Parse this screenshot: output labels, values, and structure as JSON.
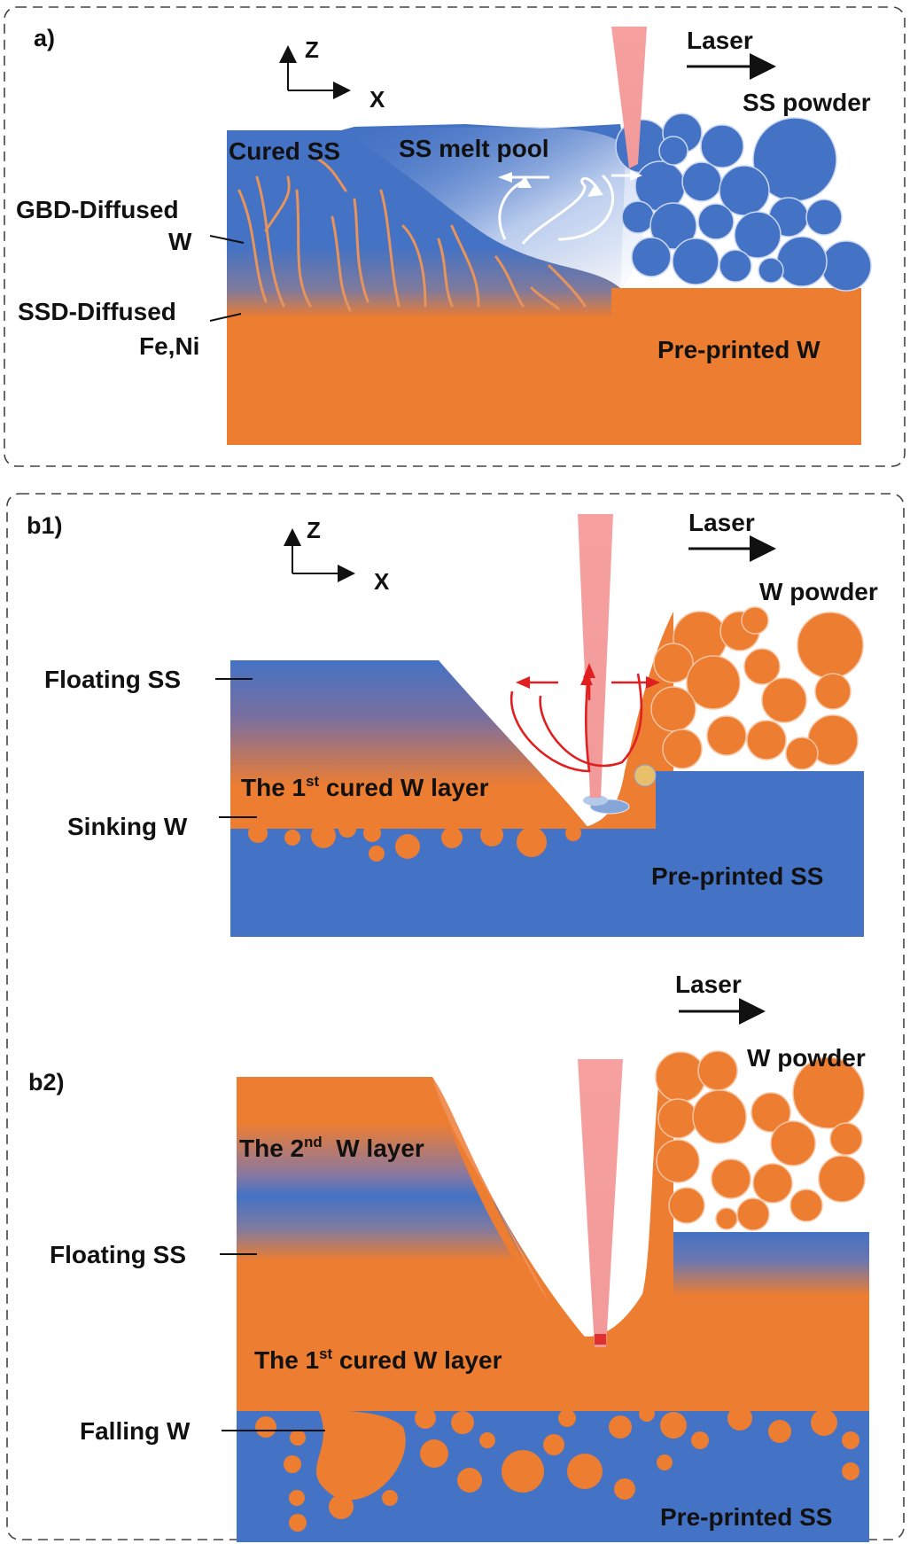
{
  "panel_a": {
    "tag": "a)",
    "axis_z": "Z",
    "axis_x": "X",
    "laser": "Laser",
    "powder": "SS powder",
    "cured": "Cured SS",
    "melt_pool": "SS melt pool",
    "gbd_line1": "GBD-Diffused",
    "gbd_line2": "W",
    "ssd_line1": "SSD-Diffused",
    "ssd_line2": "Fe,Ni",
    "substrate": "Pre-printed W"
  },
  "panel_b1": {
    "tag": "b1)",
    "axis_z": "Z",
    "axis_x": "X",
    "laser": "Laser",
    "powder": "W powder",
    "floating": "Floating SS",
    "cured_layer_pre": "The 1",
    "cured_layer_sup": "st",
    "cured_layer_post": " cured W layer",
    "sinking": "Sinking W",
    "substrate": "Pre-printed SS"
  },
  "panel_b2": {
    "tag": "b2)",
    "laser": "Laser",
    "powder": "W powder",
    "second_layer_pre": "The 2",
    "second_layer_sup": "nd",
    "second_layer_post": "  W layer",
    "floating": "Floating SS",
    "cured_layer_pre": "The 1",
    "cured_layer_sup": "st",
    "cured_layer_post": " cured W layer",
    "falling": "Falling W",
    "substrate": "Pre-printed SS"
  },
  "colors": {
    "ss_blue": "#4472c4",
    "w_orange": "#ed7d31",
    "laser_pink": "#f7a0a0",
    "flow_red": "#e02020",
    "flow_white": "#ffffff",
    "grain_line": "#e8935a"
  }
}
